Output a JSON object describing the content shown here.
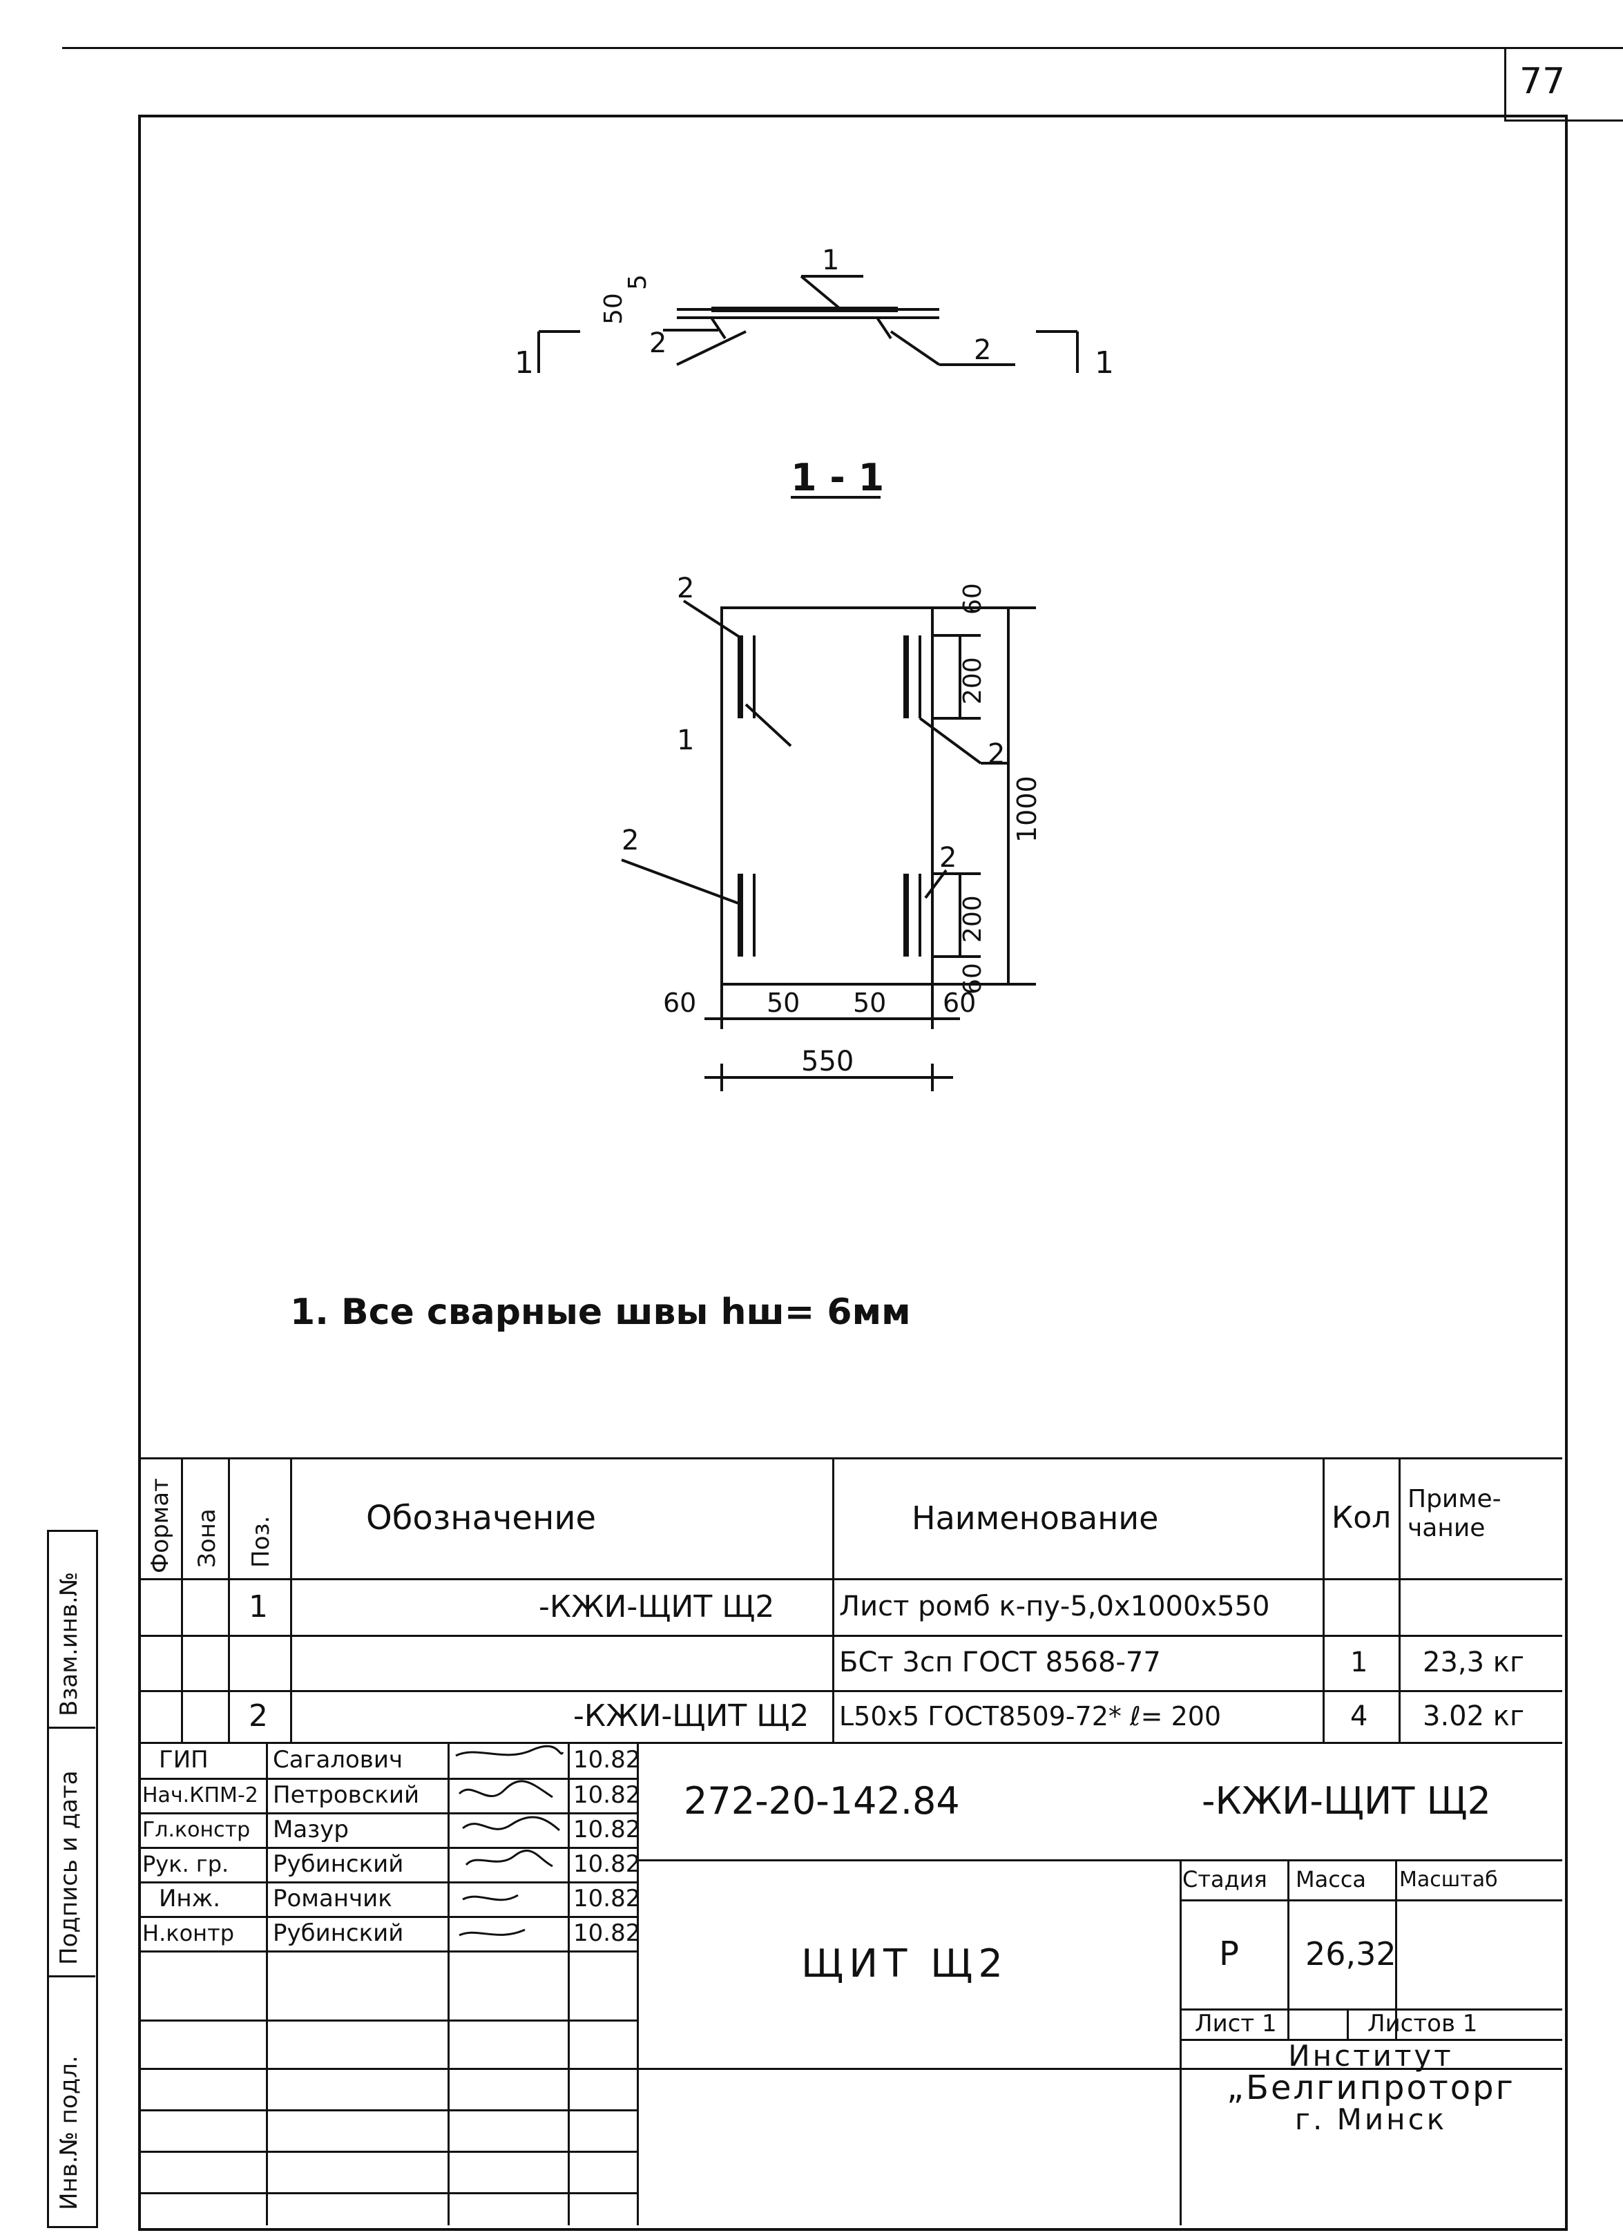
{
  "page_number": "77",
  "drawing": {
    "section_label": "1 - 1",
    "section_mark": "1",
    "dims_section": [
      "5",
      "50"
    ],
    "callouts": [
      "1",
      "2"
    ],
    "plan_dims": {
      "top": "60",
      "block": "200",
      "height": "1000",
      "width": "550",
      "side": "60",
      "gap": "50"
    }
  },
  "note": "1. Все сварные швы hш= 6мм",
  "spec_headers": {
    "format": "Формат",
    "zone": "Зона",
    "pos": "Поз.",
    "designation": "Обозначение",
    "name": "Наименование",
    "qty": "Кол",
    "note": "Приме- чание"
  },
  "spec_rows": [
    {
      "pos": "1",
      "designation": "-КЖИ-ЩИТ Щ2",
      "name": "Лист ромб к-пу-5,0x1000x550",
      "qty": "",
      "note": ""
    },
    {
      "pos": "",
      "designation": "",
      "name": "БСт 3сп ГОСТ 8568-77",
      "qty": "1",
      "note": "23,3 кг"
    },
    {
      "pos": "2",
      "designation": "-КЖИ-ЩИТ Щ2",
      "name": "L50x5 ГОСТ8509-72* ℓ= 200",
      "qty": "4",
      "note": "3.02 кг"
    }
  ],
  "side_stamps": [
    "Взам.инв.№",
    "Подпись и дата",
    "Инв.№ подл."
  ],
  "title_block": {
    "people": [
      {
        "role": "ГИП",
        "name": "Сагалович",
        "date": "10.82"
      },
      {
        "role": "Нач.КПМ-2",
        "name": "Петровский",
        "date": "10.82"
      },
      {
        "role": "Гл.констр",
        "name": "Мазур",
        "date": "10.82"
      },
      {
        "role": "Рук. гр.",
        "name": "Рубинский",
        "date": "10.82"
      },
      {
        "role": "Инж.",
        "name": "Романчик",
        "date": "10.82"
      },
      {
        "role": "Н.контр",
        "name": "Рубинский",
        "date": "10.82"
      }
    ],
    "doc_number": "272-20-142.84",
    "doc_code": "-КЖИ-ЩИТ Щ2",
    "title": "ЩИТ Щ2",
    "stage_label": "Стадия",
    "mass_label": "Масса",
    "scale_label": "Масштаб",
    "stage": "Р",
    "mass": "26,32",
    "scale": "",
    "sheet": "Лист 1",
    "sheets": "Листов 1",
    "institute_1": "Институт",
    "institute_2": "„Белгипроторг",
    "institute_3": "г. Минск"
  }
}
